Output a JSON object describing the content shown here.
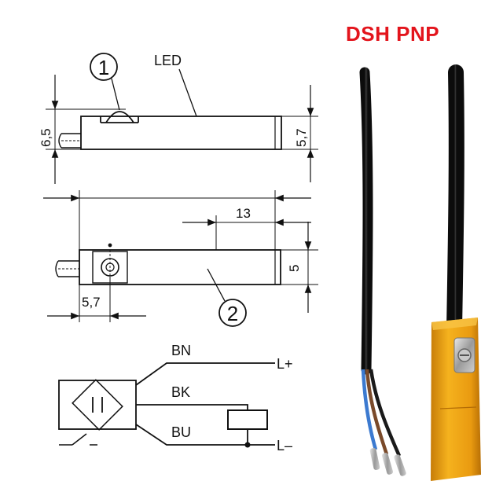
{
  "title": "DSH PNP",
  "title_color": "#e3141c",
  "side_view": {
    "callout_1": "1",
    "led_label": "LED",
    "height_left": "6,5",
    "height_right": "5,7"
  },
  "top_view": {
    "dim_13": "13",
    "dim_5": "5",
    "dim_57": "5,7",
    "callout_2": "2"
  },
  "wiring": {
    "wire_brown": "BN",
    "wire_black": "BK",
    "wire_blue": "BU",
    "terminal_plus": "L+",
    "terminal_minus": "L–"
  },
  "photo": {
    "housing_color": "#f0a416",
    "cable_color": "#1b1b1b",
    "wire_colors": [
      "#3c7ad0",
      "#7a4a2a",
      "#1a1a1a"
    ]
  }
}
